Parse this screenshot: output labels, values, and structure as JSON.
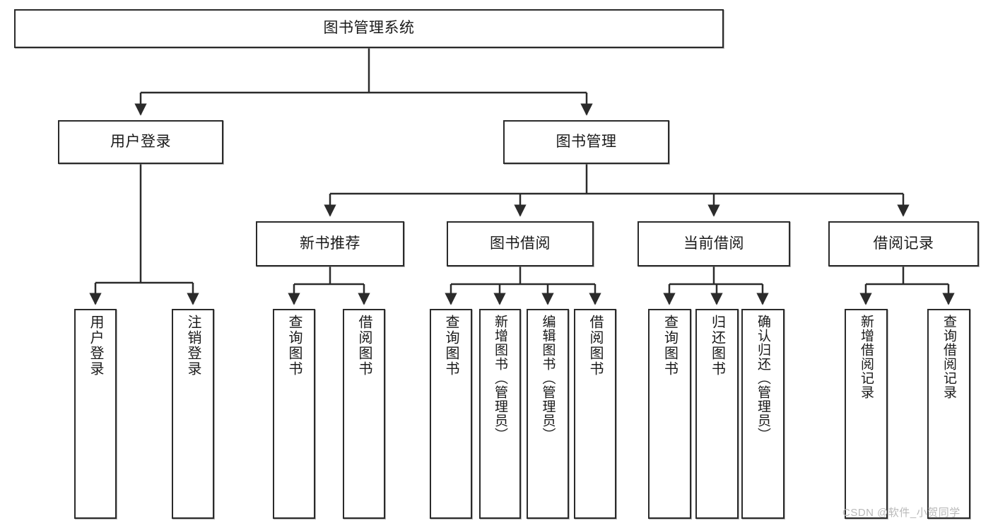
{
  "diagram": {
    "title": "图书管理系统",
    "type": "tree-hierarchy-diagram",
    "colors": {
      "box_border": "#2b2b2b",
      "box_fill": "#ffffff",
      "edge": "#2b2b2b",
      "background": "#ffffff",
      "watermark": "#b9b9b9"
    },
    "root": {
      "label": "图书管理系统"
    },
    "level2": [
      {
        "label": "用户登录"
      },
      {
        "label": "图书管理"
      }
    ],
    "level3": [
      {
        "label": "新书推荐"
      },
      {
        "label": "图书借阅"
      },
      {
        "label": "当前借阅"
      },
      {
        "label": "借阅记录"
      }
    ],
    "leaves": {
      "user_login": [
        {
          "label": "用户登录"
        },
        {
          "label": "注销登录"
        }
      ],
      "new_book_recommend": [
        {
          "label": "查询图书"
        },
        {
          "label": "借阅图书"
        }
      ],
      "book_borrow": [
        {
          "label": "查询图书"
        },
        {
          "label": "新增图书（管理员）"
        },
        {
          "label": "编辑图书（管理员）"
        },
        {
          "label": "借阅图书"
        }
      ],
      "current_borrow": [
        {
          "label": "查询图书"
        },
        {
          "label": "归还图书"
        },
        {
          "label": "确认归还（管理员）"
        }
      ],
      "borrow_record": [
        {
          "label": "新增借阅记录"
        },
        {
          "label": "查询借阅记录"
        }
      ]
    }
  },
  "watermark": {
    "text": "CSDN @软件_小贺同学"
  }
}
